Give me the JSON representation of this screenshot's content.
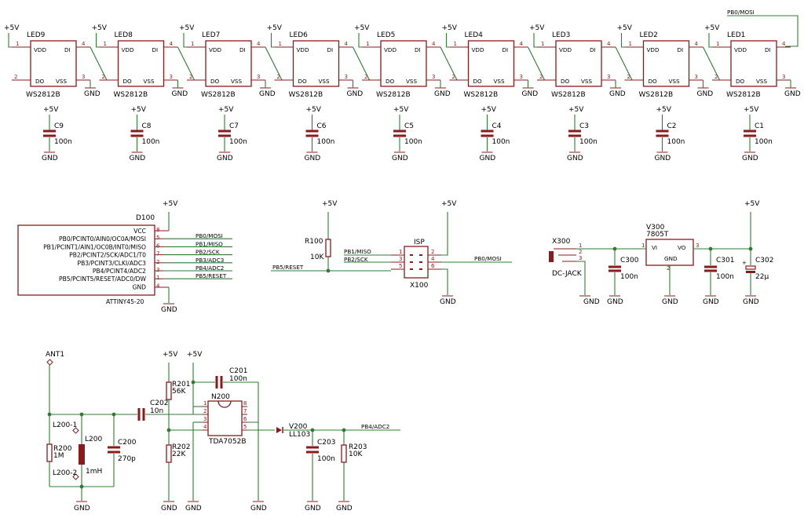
{
  "supply": {
    "vcc": "+5V",
    "gnd": "GND"
  },
  "leds": [
    {
      "name": "LED9",
      "type": "WS2812B",
      "cap": "C9",
      "cap_value": "100n"
    },
    {
      "name": "LED8",
      "type": "WS2812B",
      "cap": "C8",
      "cap_value": "100n"
    },
    {
      "name": "LED7",
      "type": "WS2812B",
      "cap": "C7",
      "cap_value": "100n"
    },
    {
      "name": "LED6",
      "type": "WS2812B",
      "cap": "C6",
      "cap_value": "100n"
    },
    {
      "name": "LED5",
      "type": "WS2812B",
      "cap": "C5",
      "cap_value": "100n"
    },
    {
      "name": "LED4",
      "type": "WS2812B",
      "cap": "C4",
      "cap_value": "100n"
    },
    {
      "name": "LED3",
      "type": "WS2812B",
      "cap": "C3",
      "cap_value": "100n"
    },
    {
      "name": "LED2",
      "type": "WS2812B",
      "cap": "C2",
      "cap_value": "100n"
    },
    {
      "name": "LED1",
      "type": "WS2812B",
      "cap": "C1",
      "cap_value": "100n"
    }
  ],
  "led_pins": {
    "vdd": "VDD",
    "di": "DI",
    "do": "DO",
    "vss": "VSS",
    "p1": "1",
    "p2": "2",
    "p3": "3",
    "p4": "4"
  },
  "led_input_net": "PB0/MOSI",
  "mcu": {
    "ref": "D100",
    "value": "ATTINY45-20",
    "pins": [
      {
        "num": "8",
        "label": "VCC",
        "net": ""
      },
      {
        "num": "5",
        "label": "PB0/PCINT0/AIN0/OC0A/MOSI",
        "net": "PB0/MOSI"
      },
      {
        "num": "6",
        "label": "PB1/PCINT1/AIN1/OC0B/INT0/MISO",
        "net": "PB1/MISO"
      },
      {
        "num": "7",
        "label": "PB2/PCINT2/SCK/ADC1/T0",
        "net": "PB2/SCK"
      },
      {
        "num": "2",
        "label": "PB3/PCINT3/CLKI/ADC3",
        "net": "PB3/ADC3"
      },
      {
        "num": "3",
        "label": "PB4/PCINT4/ADC2",
        "net": "PB4/ADC2"
      },
      {
        "num": "1",
        "label": "PB5/PCINT5/RESET/ADC0/DW",
        "net": "PB5/RESET"
      },
      {
        "num": "4",
        "label": "GND",
        "net": ""
      }
    ]
  },
  "isp": {
    "ref": "ISP",
    "value": "X100",
    "resistor_ref": "R100",
    "resistor_value": "10K",
    "nets": {
      "miso": "PB1/MISO",
      "sck": "PB2/SCK",
      "reset": "PB5/RESET",
      "mosi": "PB0/MOSI"
    },
    "pins": [
      "1",
      "2",
      "3",
      "4",
      "5",
      "6"
    ]
  },
  "power": {
    "jack_ref": "X300",
    "jack_value": "DC-JACK",
    "jack_pins": [
      "1",
      "2",
      "3"
    ],
    "regulator_ref": "V300",
    "regulator_value": "7805T",
    "reg_pins": {
      "vi": "VI",
      "vo": "VO",
      "gnd": "GND",
      "p1": "1",
      "p2": "2",
      "p3": "3"
    },
    "c_in": {
      "ref": "C300",
      "value": "100n"
    },
    "c_out": {
      "ref": "C301",
      "value": "100n"
    },
    "c_bulk": {
      "ref": "C302",
      "value": "22µ"
    }
  },
  "radio": {
    "antenna": "ANT1",
    "l_ref": "L200",
    "l_value": "1mH",
    "l_pin1": "L200-1",
    "l_pin2": "L200-2",
    "r200": {
      "ref": "R200",
      "value": "1M"
    },
    "c200": {
      "ref": "C200",
      "value": "270p"
    },
    "c202": {
      "ref": "C202",
      "value": "10n"
    },
    "r201": {
      "ref": "R201",
      "value": "56K"
    },
    "r202": {
      "ref": "R202",
      "value": "22K"
    },
    "c201": {
      "ref": "C201",
      "value": "100n"
    },
    "ic": {
      "ref": "N200",
      "value": "TDA7052B",
      "pins": [
        "1",
        "2",
        "3",
        "4",
        "8",
        "7",
        "6",
        "5"
      ]
    },
    "diode": {
      "ref": "V200",
      "value": "LL103"
    },
    "c203": {
      "ref": "C203",
      "value": "100n"
    },
    "r203": {
      "ref": "R203",
      "value": "10K"
    },
    "out_net": "PB4/ADC2"
  }
}
